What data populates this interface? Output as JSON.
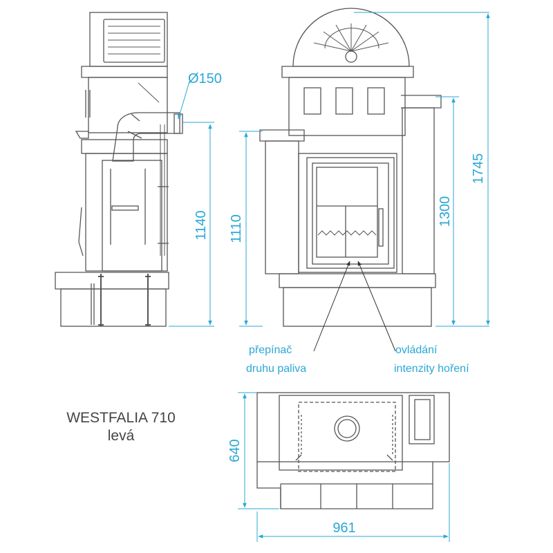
{
  "colors": {
    "line": "#555555",
    "dimension": "#2aa7d6",
    "title": "#444444"
  },
  "title": {
    "model": "WESTFALIA 710",
    "variant": "levá"
  },
  "dimensions": {
    "flue_diameter": "Ø150",
    "side_flue_height": "1140",
    "front_body_height": "1110",
    "front_column_height": "1300",
    "total_height": "1745",
    "depth": "640",
    "width": "961"
  },
  "annotations": {
    "fuel_switch_line1": "přepínač",
    "fuel_switch_line2": "druhu paliva",
    "burn_control_line1": "ovládání",
    "burn_control_line2": "intenzity hoření"
  }
}
